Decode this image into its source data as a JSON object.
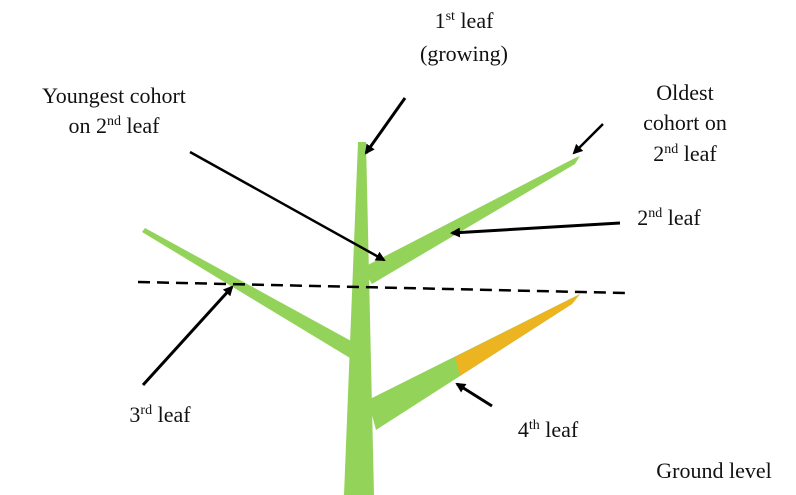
{
  "colors": {
    "leaf_green": "#93d35a",
    "senescent_yellow": "#ebb420",
    "arrow": "#000000",
    "dashed_line": "#000000"
  },
  "labels": {
    "first_leaf": {
      "prefix": "1",
      "sup": "st",
      "suffix": " leaf",
      "line2": "(growing)"
    },
    "youngest_cohort": {
      "line1": "Youngest cohort",
      "line2_prefix": "on 2",
      "line2_sup": "nd",
      "line2_suffix": " leaf"
    },
    "oldest_cohort": {
      "line1": "Oldest",
      "line2": "cohort on",
      "line3_prefix": "2",
      "line3_sup": "nd",
      "line3_suffix": " leaf"
    },
    "second_leaf": {
      "prefix": "2",
      "sup": "nd",
      "suffix": " leaf"
    },
    "third_leaf": {
      "prefix": "3",
      "sup": "rd",
      "suffix": " leaf"
    },
    "fourth_leaf": {
      "prefix": "4",
      "sup": "th",
      "suffix": " leaf"
    },
    "ground_level": "Ground level"
  }
}
